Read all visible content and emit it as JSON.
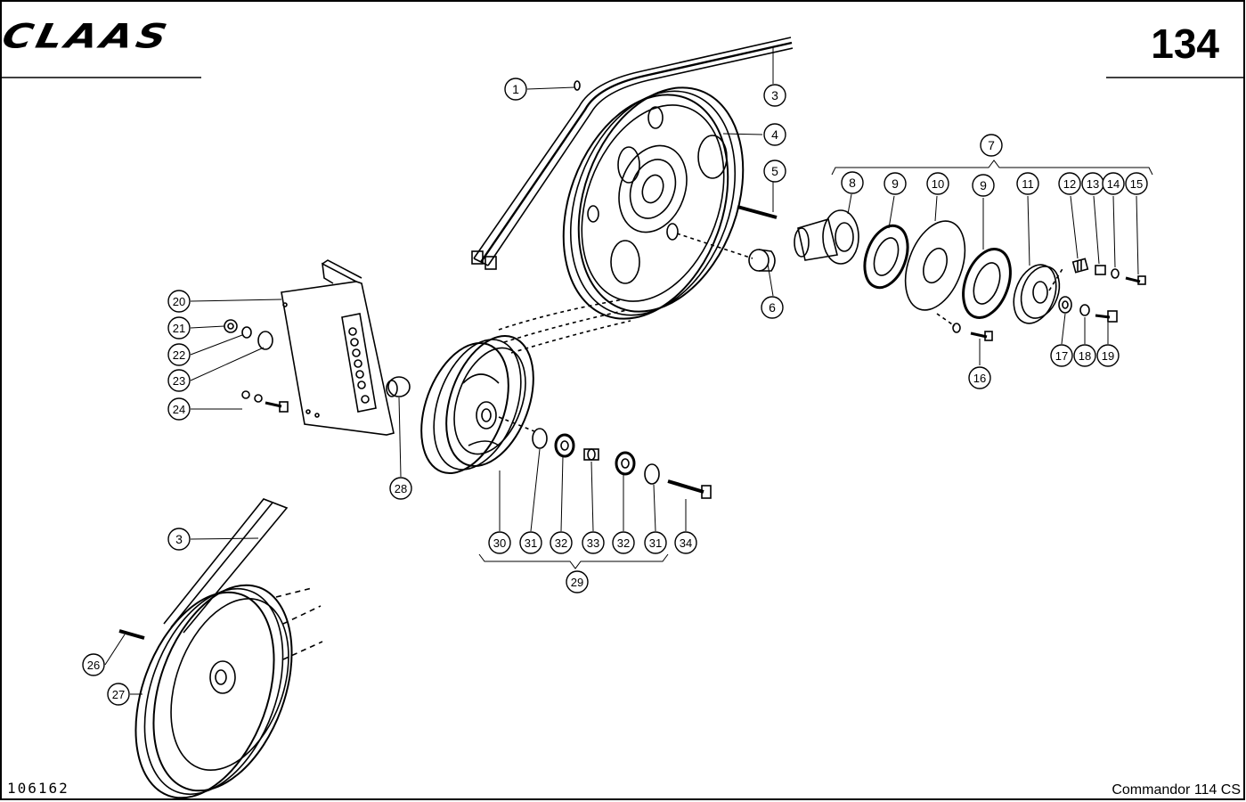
{
  "header": {
    "brand": "CLAAS",
    "page_number": "134"
  },
  "footer": {
    "drawing_number": "106162",
    "model": "Commandor 114 CS"
  },
  "callouts": [
    {
      "id": "c1",
      "label": "1"
    },
    {
      "id": "c3a",
      "label": "3"
    },
    {
      "id": "c4",
      "label": "4"
    },
    {
      "id": "c5",
      "label": "5"
    },
    {
      "id": "c6",
      "label": "6"
    },
    {
      "id": "c7",
      "label": "7"
    },
    {
      "id": "c8",
      "label": "8"
    },
    {
      "id": "c9a",
      "label": "9"
    },
    {
      "id": "c10",
      "label": "10"
    },
    {
      "id": "c9b",
      "label": "9"
    },
    {
      "id": "c11",
      "label": "11"
    },
    {
      "id": "c12",
      "label": "12"
    },
    {
      "id": "c13",
      "label": "13"
    },
    {
      "id": "c14",
      "label": "14"
    },
    {
      "id": "c15",
      "label": "15"
    },
    {
      "id": "c16",
      "label": "16"
    },
    {
      "id": "c17",
      "label": "17"
    },
    {
      "id": "c18",
      "label": "18"
    },
    {
      "id": "c19",
      "label": "19"
    },
    {
      "id": "c20",
      "label": "20"
    },
    {
      "id": "c21",
      "label": "21"
    },
    {
      "id": "c22",
      "label": "22"
    },
    {
      "id": "c23",
      "label": "23"
    },
    {
      "id": "c24",
      "label": "24"
    },
    {
      "id": "c28",
      "label": "28"
    },
    {
      "id": "c30",
      "label": "30"
    },
    {
      "id": "c31a",
      "label": "31"
    },
    {
      "id": "c32a",
      "label": "32"
    },
    {
      "id": "c33",
      "label": "33"
    },
    {
      "id": "c32b",
      "label": "32"
    },
    {
      "id": "c31b",
      "label": "31"
    },
    {
      "id": "c34",
      "label": "34"
    },
    {
      "id": "c29",
      "label": "29"
    },
    {
      "id": "c3b",
      "label": "3"
    },
    {
      "id": "c26",
      "label": "26"
    },
    {
      "id": "c27",
      "label": "27"
    }
  ]
}
